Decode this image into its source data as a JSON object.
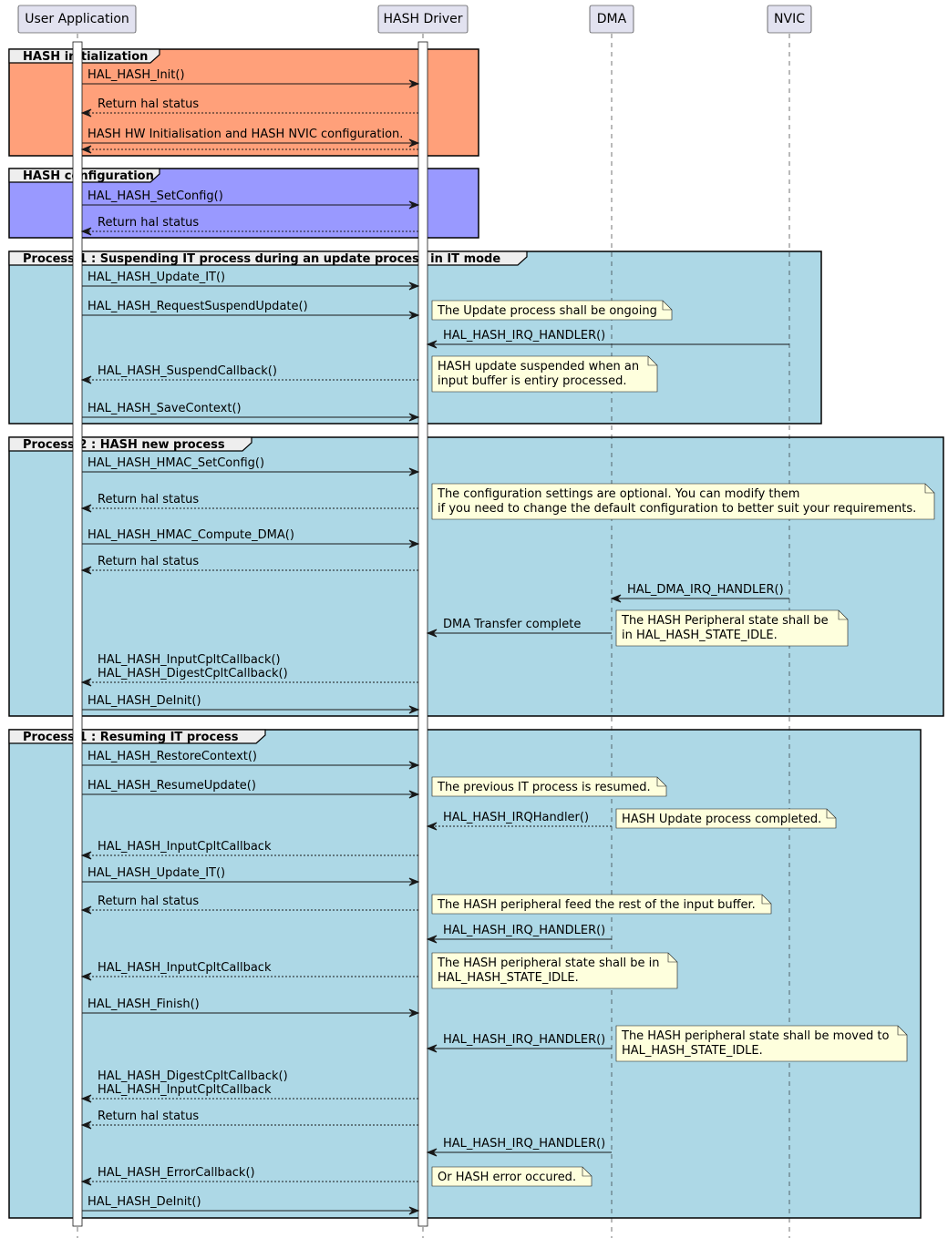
{
  "colors": {
    "participant_fill": "#E2E2F0",
    "participant_stroke": "#181818",
    "group_init": "#FFA07A",
    "group_config": "#9999FF",
    "group_process": "#ADD8E6",
    "note_fill": "#FEFFDD",
    "line": "#181818"
  },
  "participants": [
    {
      "id": "app",
      "label": "User Application"
    },
    {
      "id": "drv",
      "label": "HASH Driver"
    },
    {
      "id": "dma",
      "label": "DMA"
    },
    {
      "id": "nvic",
      "label": "NVIC"
    }
  ],
  "groups": [
    {
      "title": "HASH initialization",
      "color": "init"
    },
    {
      "title": "HASH configuration",
      "color": "config"
    },
    {
      "title": "Process 1 : Suspending IT process during an update process in IT mode",
      "color": "process"
    },
    {
      "title": "Process 2 : HASH new process",
      "color": "process"
    },
    {
      "title": "Process 1 : Resuming IT process",
      "color": "process"
    }
  ],
  "messages": [
    {
      "from": "app",
      "to": "drv",
      "lines": [
        "HAL_HASH_Init()"
      ],
      "dashed": false
    },
    {
      "from": "drv",
      "to": "app",
      "lines": [
        "Return hal status"
      ],
      "dashed": true
    },
    {
      "from": "app",
      "to": "drv",
      "lines": [
        "HASH HW Initialisation and HASH NVIC configuration."
      ],
      "dashed": false
    },
    {
      "from": "drv",
      "to": "app",
      "lines": [],
      "dashed": true
    },
    {
      "from": "app",
      "to": "drv",
      "lines": [
        "HAL_HASH_SetConfig()"
      ],
      "dashed": false
    },
    {
      "from": "drv",
      "to": "app",
      "lines": [
        "Return hal status"
      ],
      "dashed": true
    },
    {
      "from": "app",
      "to": "drv",
      "lines": [
        "HAL_HASH_Update_IT()"
      ],
      "dashed": false
    },
    {
      "from": "app",
      "to": "drv",
      "lines": [
        "HAL_HASH_RequestSuspendUpdate()"
      ],
      "dashed": false
    },
    {
      "from": "nvic",
      "to": "drv",
      "lines": [
        "HAL_HASH_IRQ_HANDLER()"
      ],
      "dashed": false
    },
    {
      "from": "drv",
      "to": "app",
      "lines": [
        "HAL_HASH_SuspendCallback()"
      ],
      "dashed": true
    },
    {
      "from": "app",
      "to": "drv",
      "lines": [
        "HAL_HASH_SaveContext()"
      ],
      "dashed": false
    },
    {
      "from": "app",
      "to": "drv",
      "lines": [
        "HAL_HASH_HMAC_SetConfig()"
      ],
      "dashed": false
    },
    {
      "from": "drv",
      "to": "app",
      "lines": [
        "Return hal status"
      ],
      "dashed": true
    },
    {
      "from": "app",
      "to": "drv",
      "lines": [
        "HAL_HASH_HMAC_Compute_DMA()"
      ],
      "dashed": false
    },
    {
      "from": "drv",
      "to": "app",
      "lines": [
        "Return hal status"
      ],
      "dashed": true
    },
    {
      "from": "nvic",
      "to": "dma",
      "lines": [
        "HAL_DMA_IRQ_HANDLER()"
      ],
      "dashed": false
    },
    {
      "from": "dma",
      "to": "drv",
      "lines": [
        "DMA Transfer complete"
      ],
      "dashed": false
    },
    {
      "from": "drv",
      "to": "app",
      "lines": [
        "HAL_HASH_InputCpltCallback()",
        " HAL_HASH_DigestCpltCallback()"
      ],
      "dashed": true
    },
    {
      "from": "app",
      "to": "drv",
      "lines": [
        "HAL_HASH_DeInit()"
      ],
      "dashed": false
    },
    {
      "from": "app",
      "to": "drv",
      "lines": [
        "HAL_HASH_RestoreContext()"
      ],
      "dashed": false
    },
    {
      "from": "app",
      "to": "drv",
      "lines": [
        "HAL_HASH_ResumeUpdate()"
      ],
      "dashed": false
    },
    {
      "from": "dma",
      "to": "drv",
      "lines": [
        "HAL_HASH_IRQHandler()"
      ],
      "dashed": true
    },
    {
      "from": "drv",
      "to": "app",
      "lines": [
        "HAL_HASH_InputCpltCallback"
      ],
      "dashed": true
    },
    {
      "from": "app",
      "to": "drv",
      "lines": [
        "HAL_HASH_Update_IT()"
      ],
      "dashed": false
    },
    {
      "from": "drv",
      "to": "app",
      "lines": [
        "Return hal status"
      ],
      "dashed": true
    },
    {
      "from": "dma",
      "to": "drv",
      "lines": [
        "HAL_HASH_IRQ_HANDLER()"
      ],
      "dashed": false
    },
    {
      "from": "drv",
      "to": "app",
      "lines": [
        "HAL_HASH_InputCpltCallback"
      ],
      "dashed": true
    },
    {
      "from": "app",
      "to": "drv",
      "lines": [
        "HAL_HASH_Finish()"
      ],
      "dashed": false
    },
    {
      "from": "dma",
      "to": "drv",
      "lines": [
        "HAL_HASH_IRQ_HANDLER()"
      ],
      "dashed": false
    },
    {
      "from": "drv",
      "to": "app",
      "lines": [
        "HAL_HASH_DigestCpltCallback()",
        " HAL_HASH_InputCpltCallback"
      ],
      "dashed": true
    },
    {
      "from": "drv",
      "to": "app",
      "lines": [
        "Return hal status"
      ],
      "dashed": true
    },
    {
      "from": "dma",
      "to": "drv",
      "lines": [
        "HAL_HASH_IRQ_HANDLER()"
      ],
      "dashed": false
    },
    {
      "from": "drv",
      "to": "app",
      "lines": [
        "HAL_HASH_ErrorCallback()"
      ],
      "dashed": true
    },
    {
      "from": "app",
      "to": "drv",
      "lines": [
        "HAL_HASH_DeInit()"
      ],
      "dashed": false
    }
  ],
  "notes": [
    {
      "lines": [
        "The Update process shall be ongoing"
      ]
    },
    {
      "lines": [
        "HASH update suspended when an",
        " input buffer is entiry processed."
      ]
    },
    {
      "lines": [
        "The configuration settings are optional. You can modify them",
        " if you need to change the default configuration to better suit your requirements."
      ]
    },
    {
      "lines": [
        "The HASH Peripheral state shall be",
        " in  HAL_HASH_STATE_IDLE."
      ]
    },
    {
      "lines": [
        "The previous IT process is resumed."
      ]
    },
    {
      "lines": [
        "HASH Update process completed."
      ]
    },
    {
      "lines": [
        "The HASH peripheral feed the rest of the input buffer."
      ]
    },
    {
      "lines": [
        "The HASH peripheral state shall be in",
        " HAL_HASH_STATE_IDLE."
      ]
    },
    {
      "lines": [
        "The HASH peripheral state shall be moved to",
        " HAL_HASH_STATE_IDLE."
      ]
    },
    {
      "lines": [
        "Or HASH error occured."
      ]
    }
  ]
}
